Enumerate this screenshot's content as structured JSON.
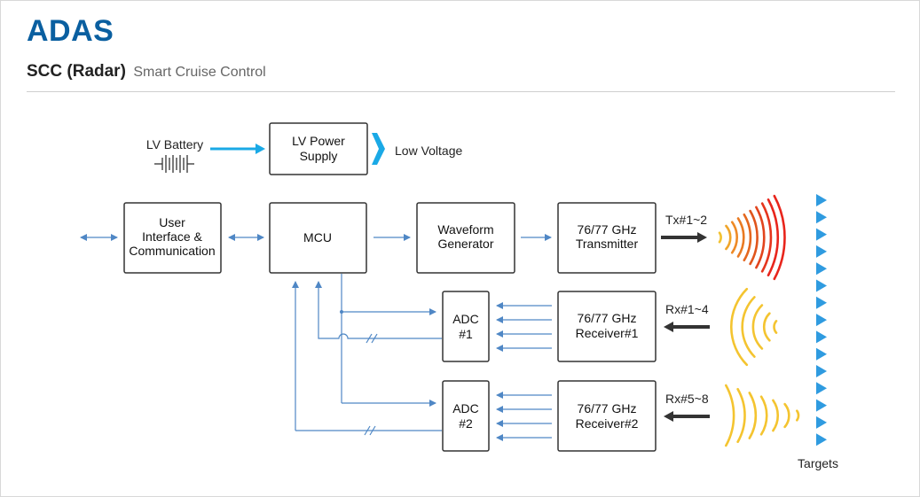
{
  "header": {
    "title": "ADAS",
    "subtitle_main": "SCC (Radar)",
    "subtitle_desc": "Smart Cruise Control"
  },
  "power": {
    "battery_label": "LV Battery",
    "supply_line1": "LV Power",
    "supply_line2": "Supply",
    "output_label": "Low Voltage"
  },
  "blocks": {
    "user_interface": [
      "User",
      "Interface &",
      "Communication"
    ],
    "mcu": [
      "MCU"
    ],
    "waveform": [
      "Waveform",
      "Generator"
    ],
    "transmitter": [
      "76/77 GHz",
      "Transmitter"
    ],
    "adc1": [
      "ADC",
      "#1"
    ],
    "adc2": [
      "ADC",
      "#2"
    ],
    "receiver1": [
      "76/77 GHz",
      "Receiver#1"
    ],
    "receiver2": [
      "76/77 GHz",
      "Receiver#2"
    ]
  },
  "channels": {
    "tx": "Tx#1~2",
    "rx1": "Rx#1~4",
    "rx2": "Rx#5~8"
  },
  "targets_label": "Targets",
  "colors": {
    "title": "#0a5fa0",
    "wire": "#4f87c5",
    "power_arrow": "#1aa9e6",
    "tx_wave_near": "#f2c232",
    "tx_wave_far": "#e8251c",
    "rx_wave": "#f4c430",
    "target": "#2f9be0"
  }
}
